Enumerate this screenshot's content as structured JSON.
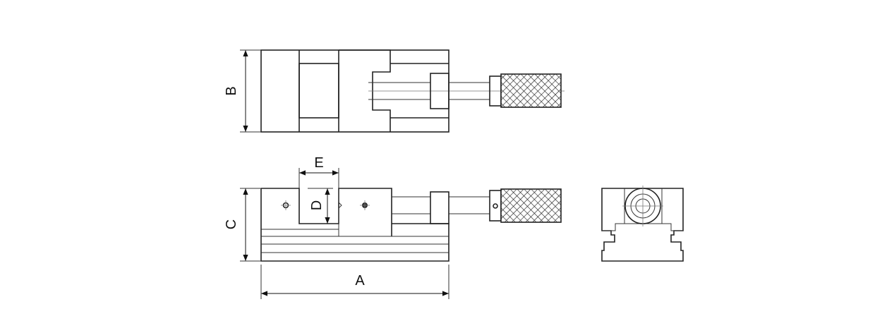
{
  "dimensions": {
    "A": "A",
    "B": "B",
    "C": "C",
    "D": "D",
    "E": "E"
  },
  "colors": {
    "line": "#222222",
    "background": "#ffffff"
  }
}
